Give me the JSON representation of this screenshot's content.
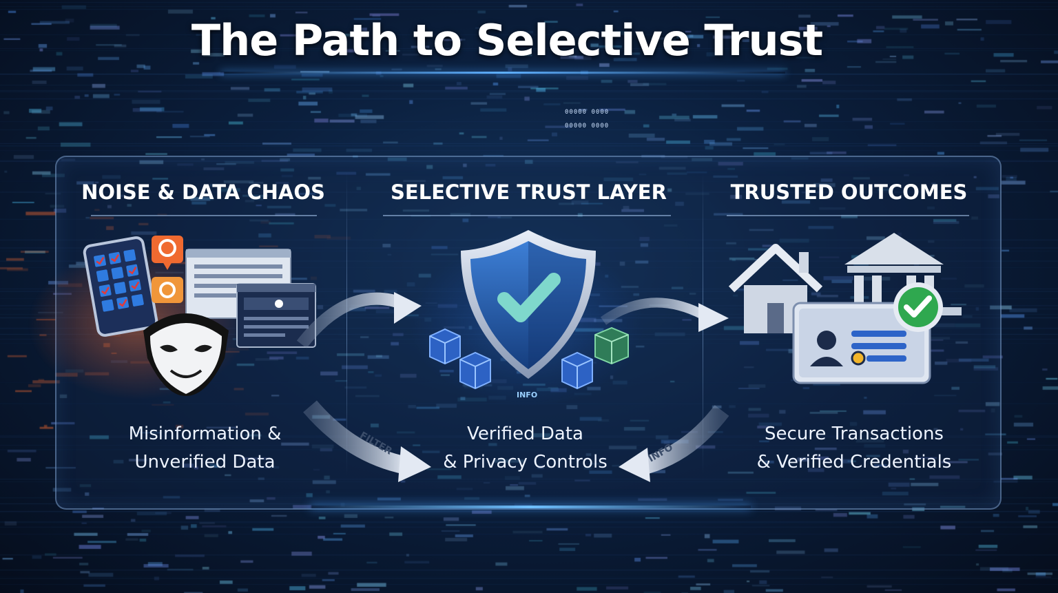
{
  "title": "The Path to Selective Trust",
  "binary_lines": [
    "00000 0000",
    "00000 0000"
  ],
  "columns": [
    {
      "heading": "NOISE & DATA CHAOS",
      "caption_line1": "Misinformation &",
      "caption_line2": "Unverified Data"
    },
    {
      "heading": "SELECTIVE TRUST LAYER",
      "caption_line1": "Verified Data",
      "caption_line2": "& Privacy Controls"
    },
    {
      "heading": "TRUSTED OUTCOMES",
      "caption_line1": "Secure Transactions",
      "caption_line2": "& Verified Credentials"
    }
  ],
  "shield_label": "INFO",
  "arrow_labels": {
    "filter": "FILTER",
    "info": "INFO"
  },
  "colors": {
    "accent": "#4aa3ff",
    "shield": "#2a63b8",
    "check": "#6fd0c0",
    "badge_green": "#2fa84f",
    "chaos_orange": "#ff6a2a"
  },
  "icons": [
    "phone-icon",
    "location-pin-icon",
    "browser-window-icon",
    "mask-icon",
    "shield-check-icon",
    "cube-icon",
    "house-icon",
    "bank-icon",
    "id-card-icon",
    "check-badge-icon",
    "arrow-icon"
  ]
}
